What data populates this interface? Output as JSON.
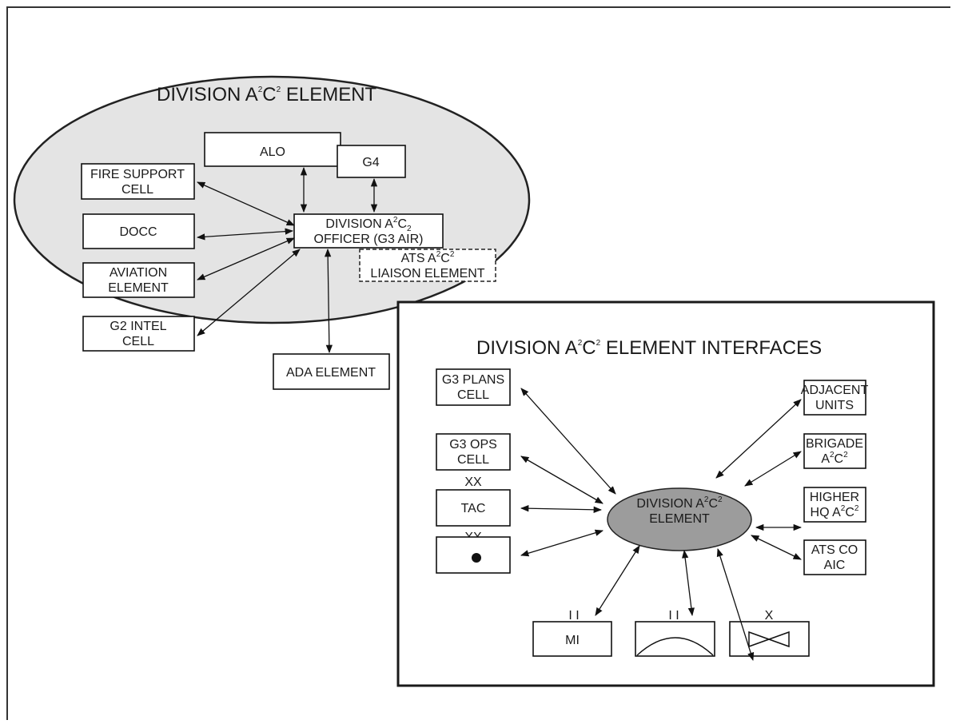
{
  "division_element": {
    "title_pre": "DIVISION A",
    "title_mid": "C",
    "title_post": " ELEMENT",
    "sup": "2",
    "boxes": {
      "alo": [
        "ALO"
      ],
      "g4": [
        "G4"
      ],
      "fire_support": [
        "FIRE SUPPORT",
        "CELL"
      ],
      "docc": [
        "DOCC"
      ],
      "aviation": [
        "AVIATION",
        "ELEMENT"
      ],
      "g2": [
        "G2 INTEL",
        "CELL"
      ],
      "ada": [
        "ADA ELEMENT"
      ]
    },
    "officer_line1_pre": "DIVISION A",
    "officer_line1_mid": "C",
    "officer_sup": "2",
    "officer_sub": "2",
    "officer_line2": "OFFICER (G3 AIR)",
    "ats_line1_pre": "ATS A",
    "ats_line1_mid": "C",
    "ats_sup": "2",
    "ats_line2": "LIAISON ELEMENT"
  },
  "interfaces": {
    "title_pre": "DIVISION A",
    "title_mid": "C",
    "title_post": " ELEMENT INTERFACES",
    "sup": "2",
    "center_line1_pre": "DIVISION A",
    "center_line1_mid": "C",
    "center_sup": "2",
    "center_line2": "ELEMENT",
    "left": {
      "g3_plans": [
        "G3 PLANS",
        "CELL"
      ],
      "g3_ops": [
        "G3 OPS",
        "CELL"
      ],
      "tac": "TAC",
      "echelon_div": "XX"
    },
    "right": {
      "adjacent": [
        "ADJACENT",
        "UNITS"
      ],
      "brigade_line1": "BRIGADE",
      "brigade_line2_pre": "A",
      "brigade_line2_mid": "C",
      "higher_line1": "HIGHER",
      "higher_line2_pre": "HQ A",
      "higher_line2_mid": "C",
      "ats_co": [
        "ATS CO",
        "AIC"
      ]
    },
    "bottom": {
      "mi": "MI",
      "echelon_bn": "I I",
      "echelon_bde": "X"
    }
  },
  "colors": {
    "ellipse_fill": "#e4e4e4",
    "center_fill": "#9c9c9c",
    "line": "#111111"
  }
}
